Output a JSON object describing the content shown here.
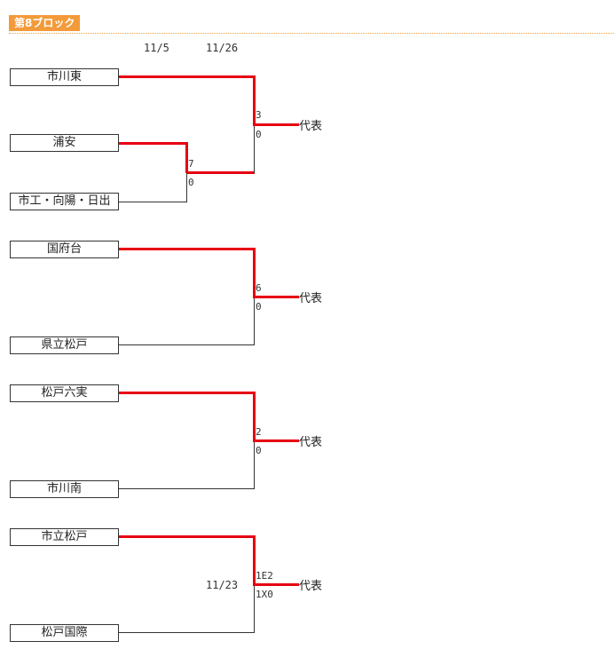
{
  "block_title": "第8ブロック",
  "dates": {
    "round1": "11/5",
    "round2": "11/26",
    "match4": "11/23"
  },
  "teams": [
    "市川東",
    "浦安",
    "市工・向陽・日出",
    "国府台",
    "県立松戸",
    "松戸六実",
    "市川南",
    "市立松戸",
    "松戸国際"
  ],
  "scores": {
    "m1": {
      "top": "3",
      "bottom": "0"
    },
    "m1_semi": {
      "top": "7",
      "bottom": "0"
    },
    "m2": {
      "top": "6",
      "bottom": "0"
    },
    "m3": {
      "top": "2",
      "bottom": "0"
    },
    "m4": {
      "top": "1E2",
      "bottom": "1X0"
    }
  },
  "representative": "代表",
  "colors": {
    "win_line": "#e60012",
    "lose_line": "#333333",
    "header_bg": "#f39a3a"
  }
}
